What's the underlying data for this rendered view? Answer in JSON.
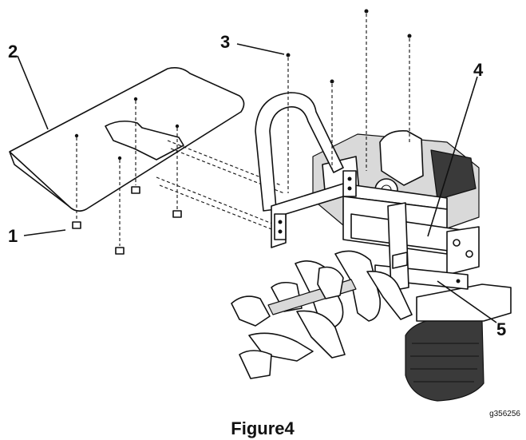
{
  "figure": {
    "callouts": [
      "1",
      "2",
      "3",
      "4",
      "5"
    ],
    "caption": "Figure4",
    "code": "g356256"
  }
}
